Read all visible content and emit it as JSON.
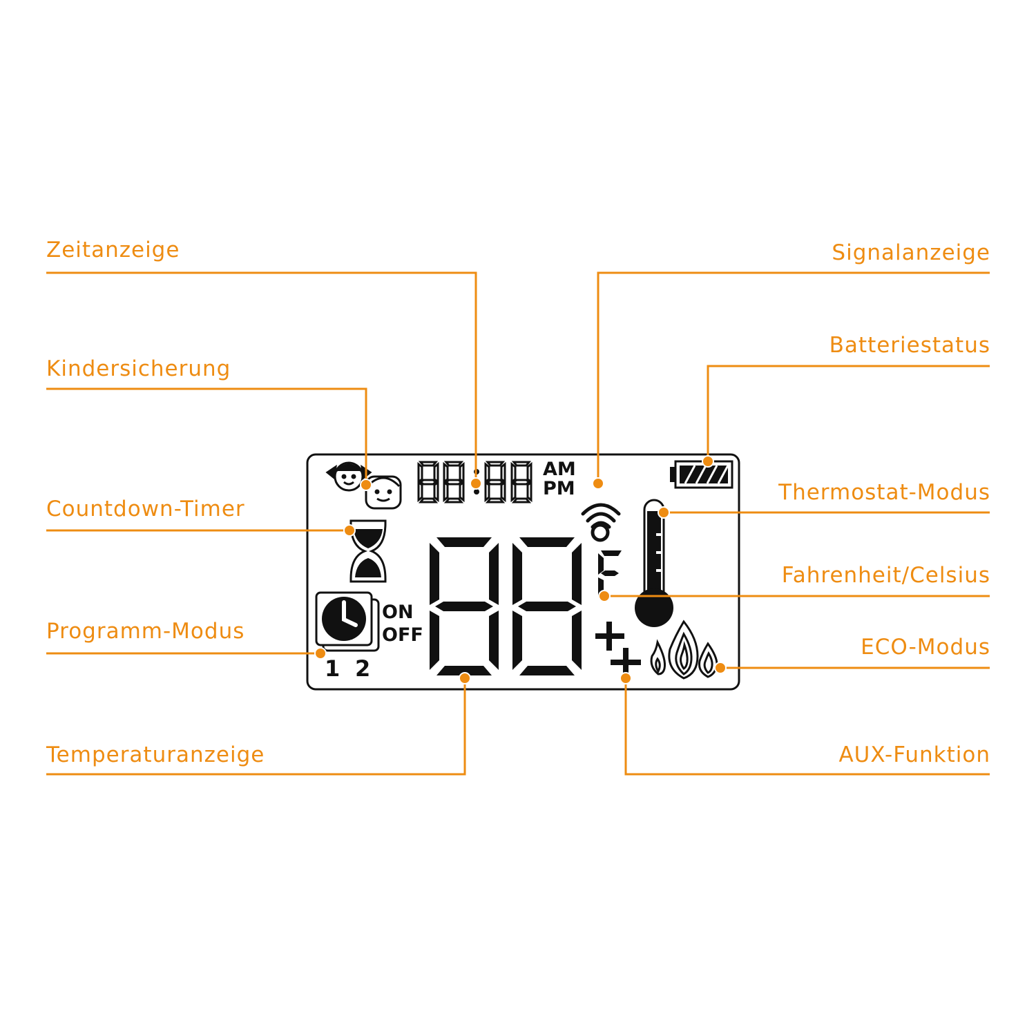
{
  "colors": {
    "accent": "#ee8c12",
    "lcd": "#111111",
    "background": "#ffffff"
  },
  "callouts": {
    "zeitanzeige": "Zeitanzeige",
    "kindersicherung": "Kindersicherung",
    "countdown": "Countdown-Timer",
    "programm": "Programm-Modus",
    "temperatur": "Temperaturanzeige",
    "signal": "Signalanzeige",
    "batterie": "Batteriestatus",
    "thermostat": "Thermostat-Modus",
    "fahrenheit": "Fahrenheit/Celsius",
    "eco": "ECO-Modus",
    "aux": "AUX-Funktion"
  },
  "display": {
    "am": "AM",
    "pm": "PM",
    "on": "ON",
    "off": "OFF",
    "program_1": "1",
    "program_2": "2",
    "unit": "F",
    "icons": [
      "child-lock-icon",
      "hourglass-icon",
      "clock-program-icon",
      "signal-icon",
      "battery-icon",
      "thermometer-icon",
      "flame-icon",
      "plus-icon"
    ]
  }
}
